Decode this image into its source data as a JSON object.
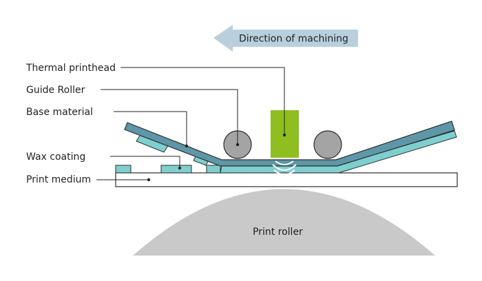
{
  "direction": {
    "label": "Direction of machining"
  },
  "labels": {
    "thermal_printhead": "Thermal printhead",
    "guide_roller": "Guide Roller",
    "base_material": "Base material",
    "wax_coating": "Wax coating",
    "print_medium": "Print medium",
    "print_roller": "Print roller"
  },
  "colors": {
    "arrow": "#b9cfde",
    "ribbon_base": "#5e97a8",
    "wax": "#7fcfcf",
    "printhead": "#8fbe21",
    "roller": "#a4a4a4",
    "print_roller": "#c9c9c9",
    "outline": "#2b2b2b"
  }
}
